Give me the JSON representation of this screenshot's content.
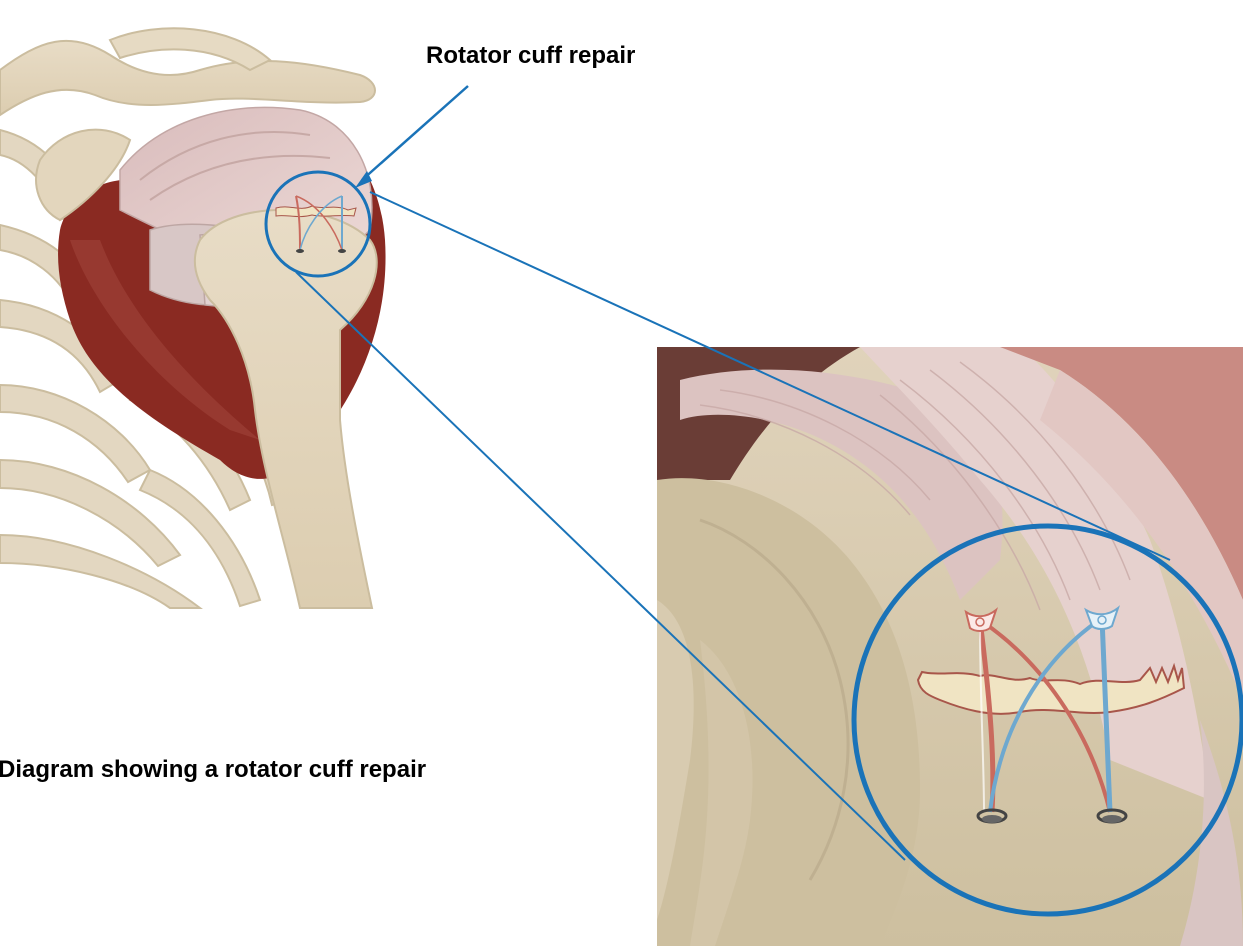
{
  "callout": {
    "title": "Rotator cuff repair"
  },
  "caption": {
    "text": "Diagram showing a rotator cuff repair"
  },
  "colors": {
    "callout_line": "#1a73b8",
    "bone": "#e6d8c0",
    "muscle_red": "#8a2a22",
    "tendon_pink": "#ddc3c1",
    "tear_fill": "#f0e4c3",
    "tear_outline": "#a8564a",
    "suture_red": "#c96a5e",
    "suture_blue": "#6ea8cf",
    "anchor": "#444444"
  },
  "illustration": {
    "subject": "shoulder-skeleton-with-rotator-cuff",
    "detail_view": "zoomed-repair-site"
  }
}
